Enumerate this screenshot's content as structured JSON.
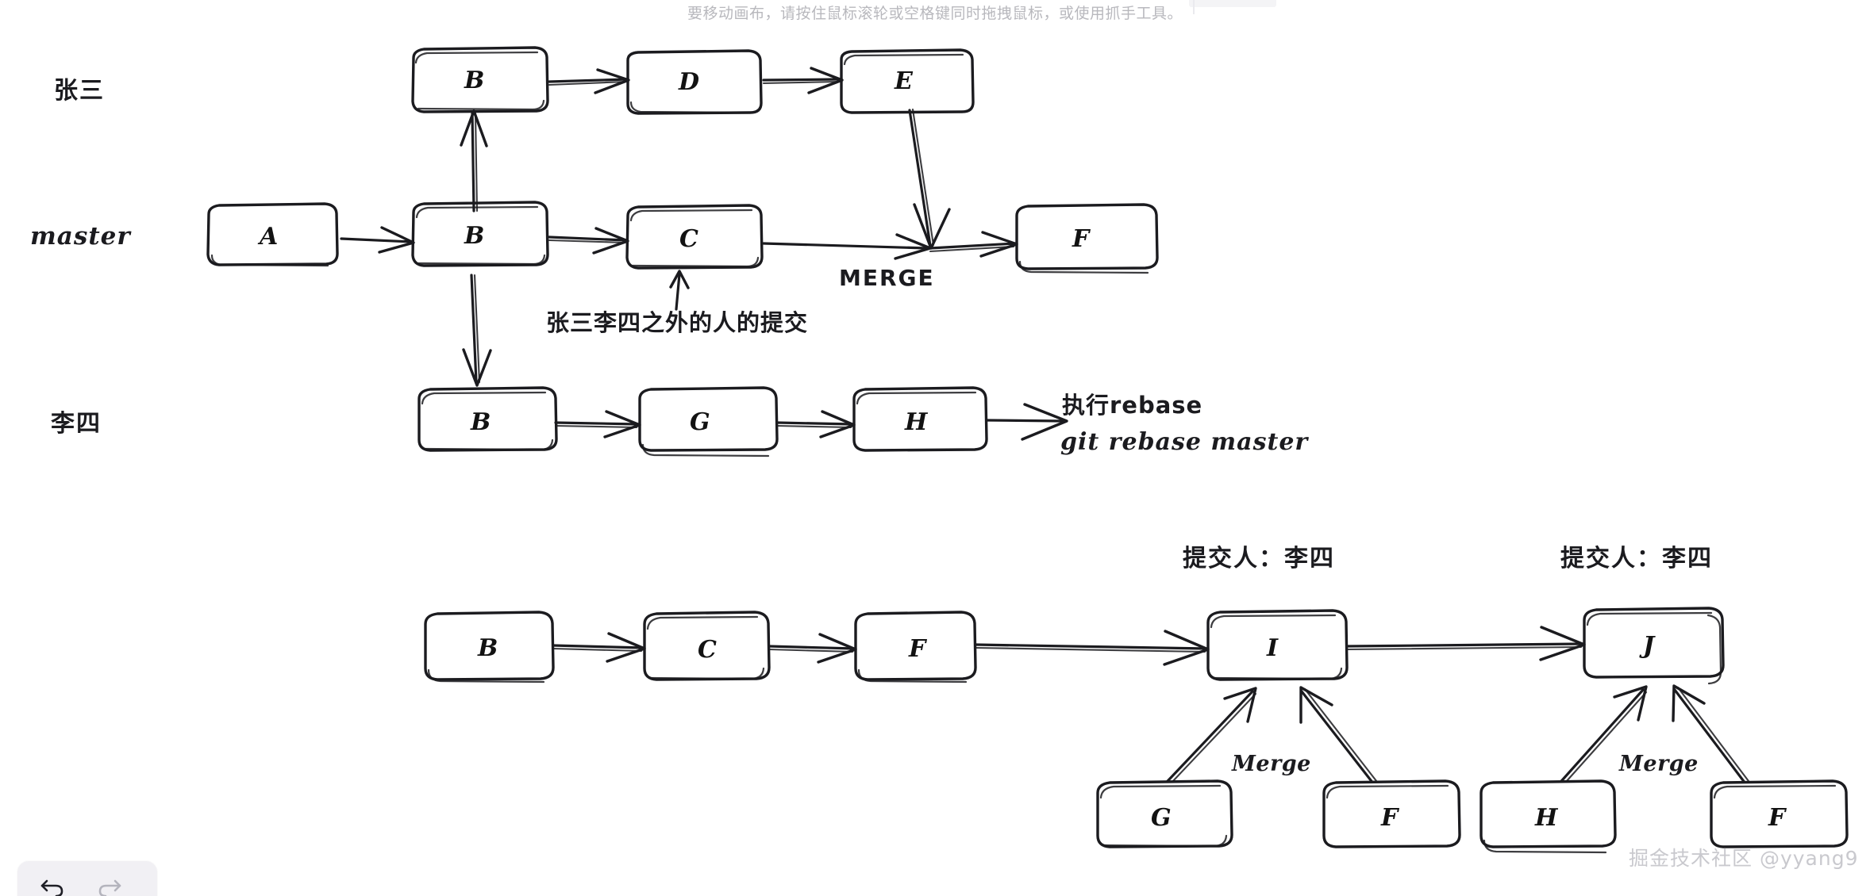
{
  "app": {
    "hint_text": "要移动画布，请按住鼠标滚轮或空格键同时拖拽鼠标，或使用抓手工具。",
    "watermark": "掘金技术社区 @yyang9"
  },
  "toolbar": {
    "undo_label": "undo-arrow-icon",
    "redo_label": "redo-arrow-icon"
  },
  "diagram": {
    "lanes": [
      {
        "id": "zhangsan",
        "label": "张三"
      },
      {
        "id": "master",
        "label": "master"
      },
      {
        "id": "lisi",
        "label": "李四"
      }
    ],
    "top_graph": {
      "zhangsan_nodes": [
        {
          "id": "t-b",
          "label": "B"
        },
        {
          "id": "t-d",
          "label": "D"
        },
        {
          "id": "t-e",
          "label": "E"
        }
      ],
      "master_nodes": [
        {
          "id": "m-a",
          "label": "A"
        },
        {
          "id": "m-b",
          "label": "B"
        },
        {
          "id": "m-c",
          "label": "C"
        },
        {
          "id": "m-f",
          "label": "F"
        }
      ],
      "lisi_nodes": [
        {
          "id": "l-b",
          "label": "B"
        },
        {
          "id": "l-g",
          "label": "G"
        },
        {
          "id": "l-h",
          "label": "H"
        }
      ],
      "merge_label": "MERGE",
      "c_annotation": "张三李四之外的人的提交",
      "rebase_annotation_line1": "执行rebase",
      "rebase_annotation_line2": "git rebase master"
    },
    "bottom_graph": {
      "main_nodes": [
        {
          "id": "b-b",
          "label": "B"
        },
        {
          "id": "b-c",
          "label": "C"
        },
        {
          "id": "b-f",
          "label": "F"
        },
        {
          "id": "b-i",
          "label": "I"
        },
        {
          "id": "b-j",
          "label": "J"
        }
      ],
      "merge_groups": [
        {
          "target": "I",
          "committer_label": "提交人：李四",
          "merge_label": "Merge",
          "parents": [
            {
              "id": "g-left",
              "label": "G"
            },
            {
              "id": "f-left",
              "label": "F"
            }
          ]
        },
        {
          "target": "J",
          "committer_label": "提交人：李四",
          "merge_label": "Merge",
          "parents": [
            {
              "id": "h-right",
              "label": "H"
            },
            {
              "id": "f-right",
              "label": "F"
            }
          ]
        }
      ]
    }
  },
  "colors": {
    "stroke": "#1b1b1f",
    "canvas": "#ffffff",
    "hint": "#b8b8bd",
    "watermark": "#c9c9ce",
    "toolbar_bg": "#f1f0f4",
    "redo_disabled": "#b4b4bd"
  }
}
